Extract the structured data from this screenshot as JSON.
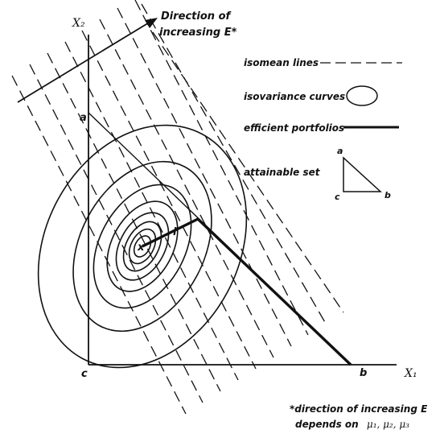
{
  "diagram": {
    "axes": {
      "y_label": "X₂",
      "x_label": "X₁"
    },
    "direction_label": {
      "line1": "Direction of",
      "line2": "increasing E*"
    },
    "points": {
      "a": "a",
      "b": "b",
      "c": "c",
      "x": "x",
      "l": "l"
    },
    "legend": {
      "isomean": "isomean lines",
      "isovariance": "isovariance curves",
      "efficient": "efficient portfolios",
      "attainable": "attainable set",
      "tri_a": "a",
      "tri_b": "b",
      "tri_c": "c"
    },
    "footnote": {
      "line1": "*direction of increasing E",
      "line2_prefix": "depends on",
      "line2_vars": "μ₁, μ₂, μ₃"
    }
  }
}
